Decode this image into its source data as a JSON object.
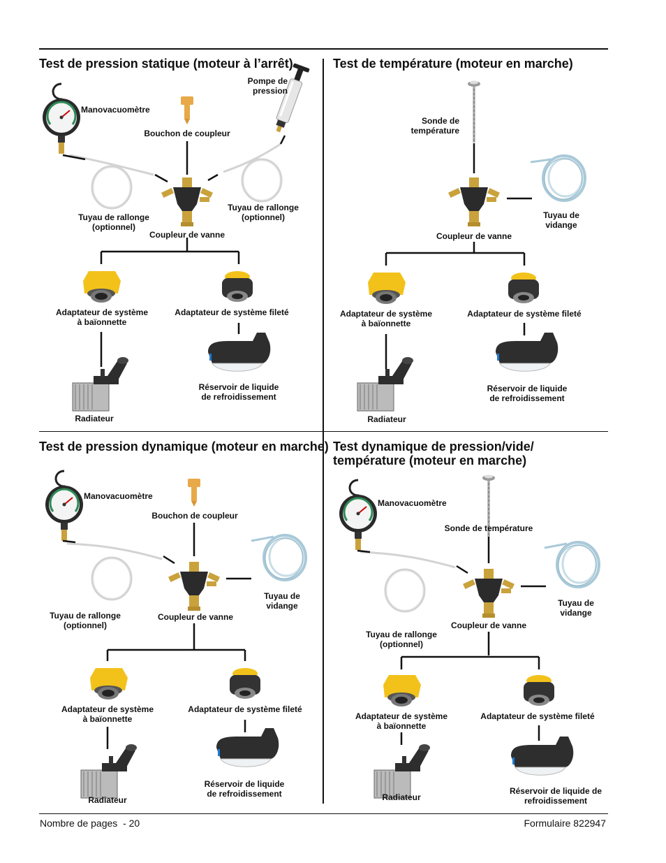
{
  "panels": {
    "p1": {
      "title": "Test de pression statique (moteur à l’arrêt)",
      "gauge": "Manovacuomètre",
      "pump": [
        "Pompe de",
        "pression"
      ],
      "plug": "Bouchon de coupleur",
      "hose_left": [
        "Tuyau de rallonge",
        "(optionnel)"
      ],
      "hose_right": [
        "Tuyau de rallonge",
        "(optionnel)"
      ],
      "coupler": "Coupleur de vanne",
      "bayonet": [
        "Adaptateur de système",
        "à baïonnette"
      ],
      "threaded": "Adaptateur de système fileté",
      "radiator": "Radiateur",
      "reservoir": [
        "Réservoir de liquide",
        "de refroidissement"
      ]
    },
    "p2": {
      "title": "Test de température (moteur en marche)",
      "probe": [
        "Sonde de",
        "température"
      ],
      "drain": [
        "Tuyau de",
        "vidange"
      ],
      "coupler": "Coupleur de vanne",
      "bayonet": [
        "Adaptateur de système",
        "à baïonnette"
      ],
      "threaded": "Adaptateur de système fileté",
      "radiator": "Radiateur",
      "reservoir": [
        "Réservoir de liquide",
        "de refroidissement"
      ]
    },
    "p3": {
      "title": "Test de pression dynamique (moteur en marche)",
      "gauge": "Manovacuomètre",
      "plug": "Bouchon de coupleur",
      "drain": [
        "Tuyau de",
        "vidange"
      ],
      "hose": [
        "Tuyau de rallonge",
        "(optionnel)"
      ],
      "coupler": "Coupleur de vanne",
      "bayonet": [
        "Adaptateur de système",
        "à baïonnette"
      ],
      "threaded": "Adaptateur de système fileté",
      "radiator": "Radiateur",
      "reservoir": [
        "Réservoir de liquide",
        "de refroidissement"
      ]
    },
    "p4": {
      "title": [
        "Test dynamique de pression/vide/",
        "température (moteur en marche)"
      ],
      "gauge": "Manovacuomètre",
      "probe": "Sonde de température",
      "drain": [
        "Tuyau de",
        "vidange"
      ],
      "coupler": "Coupleur de vanne",
      "hose": [
        "Tuyau de rallonge",
        "(optionnel)"
      ],
      "bayonet": [
        "Adaptateur de système",
        "à baïonnette"
      ],
      "threaded": "Adaptateur de système fileté",
      "radiator": "Radiateur",
      "reservoir": [
        "Réservoir de liquide de",
        "refroidissement"
      ]
    }
  },
  "footer": {
    "left": "Nombre de pages  - 20",
    "right": "Formulaire 822947"
  },
  "colors": {
    "text": "#111111",
    "adapter_yellow": "#f2c21b",
    "brass": "#c9a23c",
    "hose": "#d9d9d9",
    "gauge_face": "#f4f4f4"
  }
}
